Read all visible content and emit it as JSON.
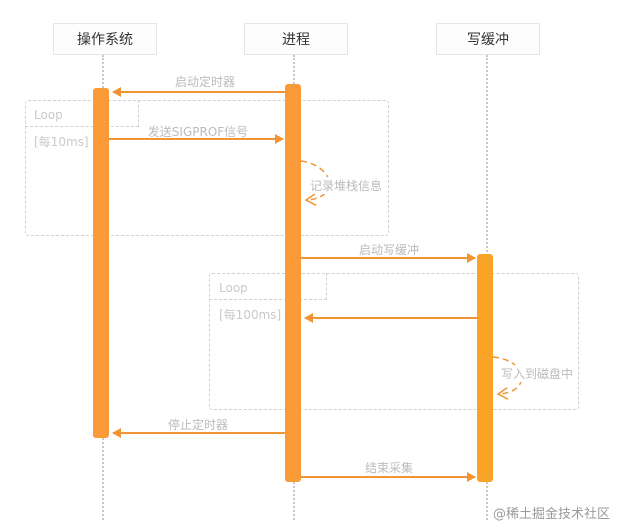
{
  "participants": {
    "os": "操作系统",
    "process": "进程",
    "buffer": "写缓冲"
  },
  "messages": {
    "start_timer": "启动定时器",
    "send_sigprof": "发送SIGPROF信号",
    "record_stack": "记录堆栈信息",
    "start_write_buffer": "启动写缓冲",
    "write_file": "写入到磁盘中",
    "stop_timer": "停止定时器",
    "end_collect": "结束采集"
  },
  "loops": {
    "outer_label": "Loop",
    "outer_condition": "[每10ms]",
    "inner_label": "Loop",
    "inner_condition": "[每100ms]"
  },
  "watermark": "@稀土掘金技术社区",
  "colors": {
    "activation_orange": "#f99b39",
    "activation_buffer": "#f9a327",
    "arrow": "#f39434",
    "label_gray": "#bbbbbb"
  }
}
